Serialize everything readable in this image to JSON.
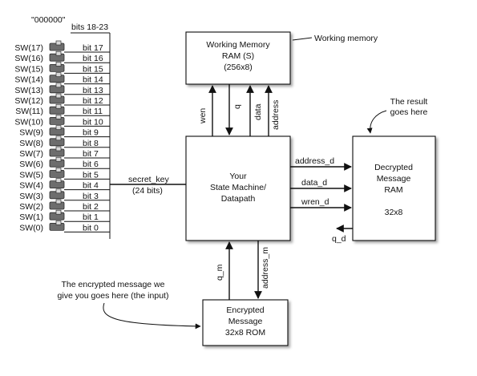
{
  "switch_bank": {
    "zeros_label": "\"000000\"",
    "top_bits_label": "bits 18-23",
    "switches": [
      {
        "sw": "SW(17)",
        "bit": "bit 17"
      },
      {
        "sw": "SW(16)",
        "bit": "bit 16"
      },
      {
        "sw": "SW(15)",
        "bit": "bit 15"
      },
      {
        "sw": "SW(14)",
        "bit": "bit 14"
      },
      {
        "sw": "SW(13)",
        "bit": "bit 13"
      },
      {
        "sw": "SW(12)",
        "bit": "bit 12"
      },
      {
        "sw": "SW(11)",
        "bit": "bit 11"
      },
      {
        "sw": "SW(10)",
        "bit": "bit 10"
      },
      {
        "sw": "SW(9)",
        "bit": "bit 9"
      },
      {
        "sw": "SW(8)",
        "bit": "bit 8"
      },
      {
        "sw": "SW(7)",
        "bit": "bit 7"
      },
      {
        "sw": "SW(6)",
        "bit": "bit 6"
      },
      {
        "sw": "SW(5)",
        "bit": "bit 5"
      },
      {
        "sw": "SW(4)",
        "bit": "bit 4"
      },
      {
        "sw": "SW(3)",
        "bit": "bit 3"
      },
      {
        "sw": "SW(2)",
        "bit": "bit 2"
      },
      {
        "sw": "SW(1)",
        "bit": "bit 1"
      },
      {
        "sw": "SW(0)",
        "bit": "bit 0"
      }
    ],
    "secret_key_label": "secret_key",
    "secret_key_width": "(24 bits)"
  },
  "working_memory": {
    "lines": [
      "Working Memory",
      "RAM (S)",
      "(256x8)"
    ],
    "annotation": "Working memory",
    "signals": {
      "wen": "wen",
      "q": "q",
      "data": "data",
      "address": "address"
    }
  },
  "state_machine": {
    "lines": [
      "Your",
      "State Machine/",
      "Datapath"
    ]
  },
  "decrypted_ram": {
    "lines": [
      "Decrypted",
      "Message",
      "RAM"
    ],
    "size": "32x8",
    "annotation": [
      "The result",
      "goes here"
    ],
    "signals": {
      "address_d": "address_d",
      "data_d": "data_d",
      "wren_d": "wren_d",
      "q_d": "q_d"
    }
  },
  "encrypted_rom": {
    "lines": [
      "Encrypted",
      "Message",
      "32x8 ROM"
    ],
    "annotation": [
      "The encrypted message we",
      "give you goes here (the input)"
    ],
    "signals": {
      "q_m": "q_m",
      "address_m": "address_m"
    }
  }
}
